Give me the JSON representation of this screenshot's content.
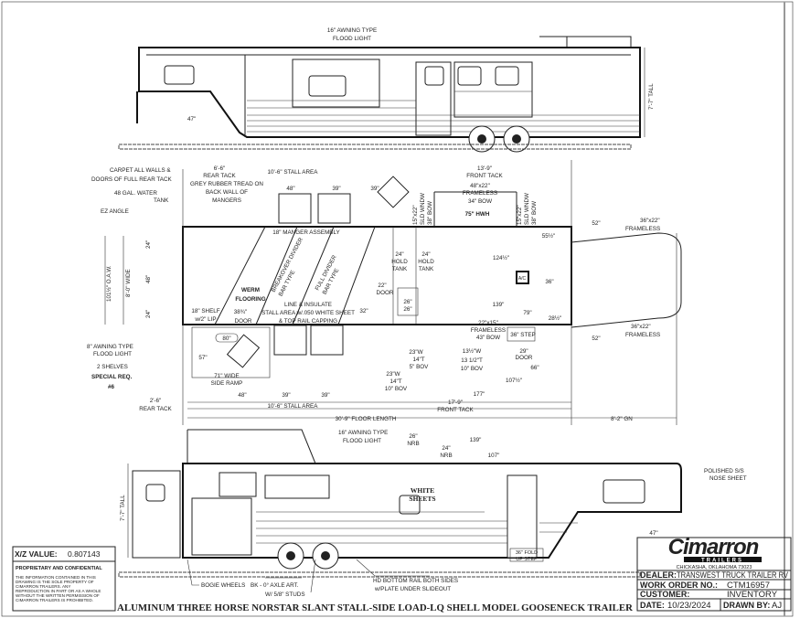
{
  "top_elevation": {
    "awning_light": [
      "16\" AWNING TYPE",
      "FLOOD LIGHT"
    ],
    "height": "7'-7\" TALL",
    "neck_height": "47\""
  },
  "floor_plan": {
    "carpet": [
      "CARPET ALL WALLS &",
      "DOORS OF FULL REAR TACK"
    ],
    "rear_tack_top": [
      "6'-6\"",
      "REAR TACK"
    ],
    "rubber_tread": [
      "GREY RUBBER TREAD ON",
      "BACK WALL OF",
      "MANGERS"
    ],
    "stall_area_top": "10'-6\" STALL AREA",
    "front_tack_top": [
      "13'-9\"",
      "FRONT TACK"
    ],
    "stall_dims_top": [
      "48\"",
      "39\"",
      "39\""
    ],
    "water_tank": [
      "48 GAL. WATER",
      "TANK"
    ],
    "ez_angle": "EZ ANGLE",
    "window_top": [
      "48\"x22\"",
      "FRAMELESS",
      "34\" BOW"
    ],
    "hwh": "75\" HWH",
    "sld_window_left": [
      "15\"x22\"",
      "SLD WNDW",
      "38\" BOW"
    ],
    "sld_window_right": [
      "15\"x22\"",
      "SLD WNDW",
      "38\" BOW"
    ],
    "gn_window_top": [
      "52\"",
      "36\"x22\"",
      "FRAMELESS"
    ],
    "dim_55": "55½\"",
    "manger": "18\" MANGER ASSEMBLY",
    "width_labels": [
      "101½\" O.A.W.",
      "8'-0\" WIDE",
      "24\"",
      "48\"",
      "24\""
    ],
    "hold_tanks": [
      [
        "24\"",
        "HOLD",
        "TANK"
      ],
      [
        "24\"",
        "HOLD",
        "TANK"
      ]
    ],
    "dim_124": "124½\"",
    "ac": "A/C",
    "dim_36": "36\"",
    "flooring": [
      "WERM",
      "FLOORING"
    ],
    "breakover": [
      "BREAKOVER DIVIDER",
      "BAR TYPE"
    ],
    "full_divider": [
      "FULL DIVIDER",
      "BAR TYPE"
    ],
    "door_22": [
      "22\"",
      "DOOR"
    ],
    "dim_26a": "26\"",
    "dim_26b": "26\"",
    "dim_139": "139\"",
    "dim_79": "79\"",
    "dim_28": "28½\"",
    "shelf": [
      "18\" SHELF",
      "w/2\" LIP"
    ],
    "door_38": [
      "38¾\"",
      "DOOR"
    ],
    "line_insulate": [
      "LINE & INSULATE",
      "STALL AREA w/.050 WHITE SHEET",
      "& TOP RAIL CAPPING"
    ],
    "dim_32": "32\"",
    "window_22x15": [
      "22\"x15\"",
      "FRAMELESS",
      "43\" BOW"
    ],
    "step": "36\" STEP",
    "dim_80": "80\"",
    "gn_window_bottom": [
      "52\"",
      "36\"x22\"",
      "FRAMELESS"
    ],
    "awning_8": [
      "8\" AWNING TYPE",
      "FLOOD LIGHT"
    ],
    "dim_57": "57\"",
    "door_29": [
      "29\"",
      "DOOR"
    ],
    "window_13": [
      "13½\"W",
      "13 1/2\"T",
      "10\" BOV"
    ],
    "dim_66": "66\"",
    "window_23a": [
      "23\"W",
      "14\"T",
      "5\" BOV"
    ],
    "shelves": [
      "2 SHELVES",
      "SPECIAL REQ.",
      "#6"
    ],
    "ramp": [
      "71\" WIDE",
      "SIDE RAMP"
    ],
    "window_23b": [
      "23\"W",
      "14\"T",
      "10\" BOV"
    ],
    "dim_107": "107½\"",
    "stall_dims_bottom": [
      "48\"",
      "39\"",
      "39\""
    ],
    "dim_177": "177\"",
    "rear_tack_bottom": [
      "2'-6\"",
      "REAR TACK"
    ],
    "stall_area_bottom": "10'-6\" STALL AREA",
    "front_tack_bottom": [
      "17'-9\"",
      "FRONT TACK"
    ],
    "floor_length": "30'-9\" FLOOR LENGTH",
    "gn_length": "8'-2\" GN"
  },
  "bottom_elevation": {
    "awning_light": [
      "16\" AWNING TYPE",
      "FLOOD LIGHT"
    ],
    "nrb_26": [
      "26\"",
      "NRB"
    ],
    "dim_139": "139\"",
    "nrb_24": [
      "24\"",
      "NRB"
    ],
    "dim_107": "107\"",
    "sheets": [
      "WHITE",
      "SHEETS"
    ],
    "height": "7'-7\" TALL",
    "neck_height": "47\"",
    "nose": [
      "POLISHED S/S",
      "NOSE SHEET"
    ],
    "fold_step": [
      "36\" FOLD",
      "UP STEP"
    ],
    "bogie": "BOGIE WHEELS",
    "axle": [
      "BK - 0° AXLE ART.",
      "W/ 5/8\" STUDS"
    ],
    "rail": [
      "HD BOTTOM RAIL BOTH SIDES",
      "w/PLATE UNDER SLIDEOUT"
    ]
  },
  "title_block": {
    "xz_label": "X/Z VALUE:",
    "xz_value": "0.807143",
    "proprietary_title": "PROPRIETARY AND CONFIDENTIAL",
    "proprietary_text": [
      "THE INFORMATION CONTAINED IN THIS",
      "DRAWING IS THE SOLE PROPERTY OF",
      "CIMARRON TRAILERS.  ANY",
      "REPRODUCTION IN PART OR AS A WHOLE",
      "WITHOUT THE WRITTEN PERMISSION OF",
      "CIMARRON TRAILERS IS PROHIBITED."
    ],
    "drawing_title": "ALUMINUM THREE HORSE NORSTAR SLANT STALL-SIDE LOAD-LQ SHELL MODEL GOOSENECK TRAILER",
    "logo": [
      "Cimarron",
      "TRAILERS"
    ],
    "location": "CHICKASHA, OKLAHOMA 73023",
    "dealer_label": "DEALER:",
    "dealer": "TRANSWEST TRUCK TRAILER RV",
    "work_order_label": "WORK ORDER NO.:",
    "work_order": "CTM16957",
    "customer_label": "CUSTOMER:",
    "customer": "INVENTORY",
    "date_label": "DATE:",
    "date": "10/23/2024",
    "drawn_by_label": "DRAWN BY:",
    "drawn_by": "AJ"
  }
}
